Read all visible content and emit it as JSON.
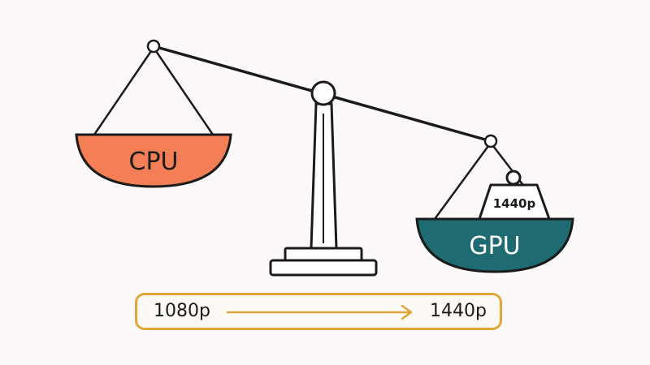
{
  "scale": {
    "left_pan_label": "CPU",
    "right_pan_label": "GPU",
    "weight_label": "1440p",
    "colors": {
      "cpu_pan": "#f47f56",
      "gpu_pan": "#1e6b72",
      "outline": "#1b1b1b",
      "weight": "#ffffff",
      "bar_border": "#e0a637",
      "arrow": "#e0a637",
      "background": "#fcf9f8"
    }
  },
  "resolution": {
    "from": "1080p",
    "to": "1440p"
  }
}
